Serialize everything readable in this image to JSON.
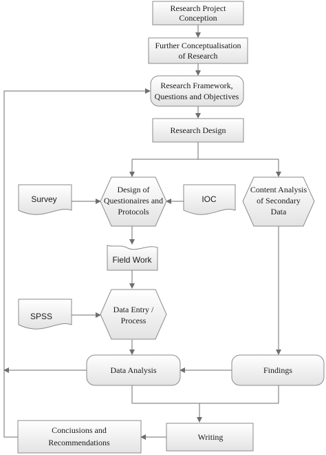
{
  "nodes": {
    "conception": {
      "lines": [
        "Research Project",
        "Conception"
      ]
    },
    "conceptualisation": {
      "lines": [
        "Further Conceptualisation",
        "of Research"
      ]
    },
    "framework": {
      "lines": [
        "Research Framework,",
        "Questions and Objectives"
      ]
    },
    "design": {
      "lines": [
        "Research Design"
      ]
    },
    "survey": {
      "lines": [
        "Survey"
      ]
    },
    "questionnaires": {
      "lines": [
        "Design of",
        "Questionaires and",
        "Protocols"
      ]
    },
    "ioc": {
      "lines": [
        "IOC"
      ]
    },
    "content_analysis": {
      "lines": [
        "Content Analysis",
        "of Secondary",
        "Data"
      ]
    },
    "fieldwork": {
      "lines": [
        "Field Work"
      ]
    },
    "spss": {
      "lines": [
        "SPSS"
      ]
    },
    "data_entry": {
      "lines": [
        "Data Entry /",
        "Process"
      ]
    },
    "data_analysis": {
      "lines": [
        "Data Analysis"
      ]
    },
    "findings": {
      "lines": [
        "Findings"
      ]
    },
    "writing": {
      "lines": [
        "Writing"
      ]
    },
    "conclusions": {
      "lines": [
        "Conciusions and",
        "Recommendations"
      ]
    }
  }
}
